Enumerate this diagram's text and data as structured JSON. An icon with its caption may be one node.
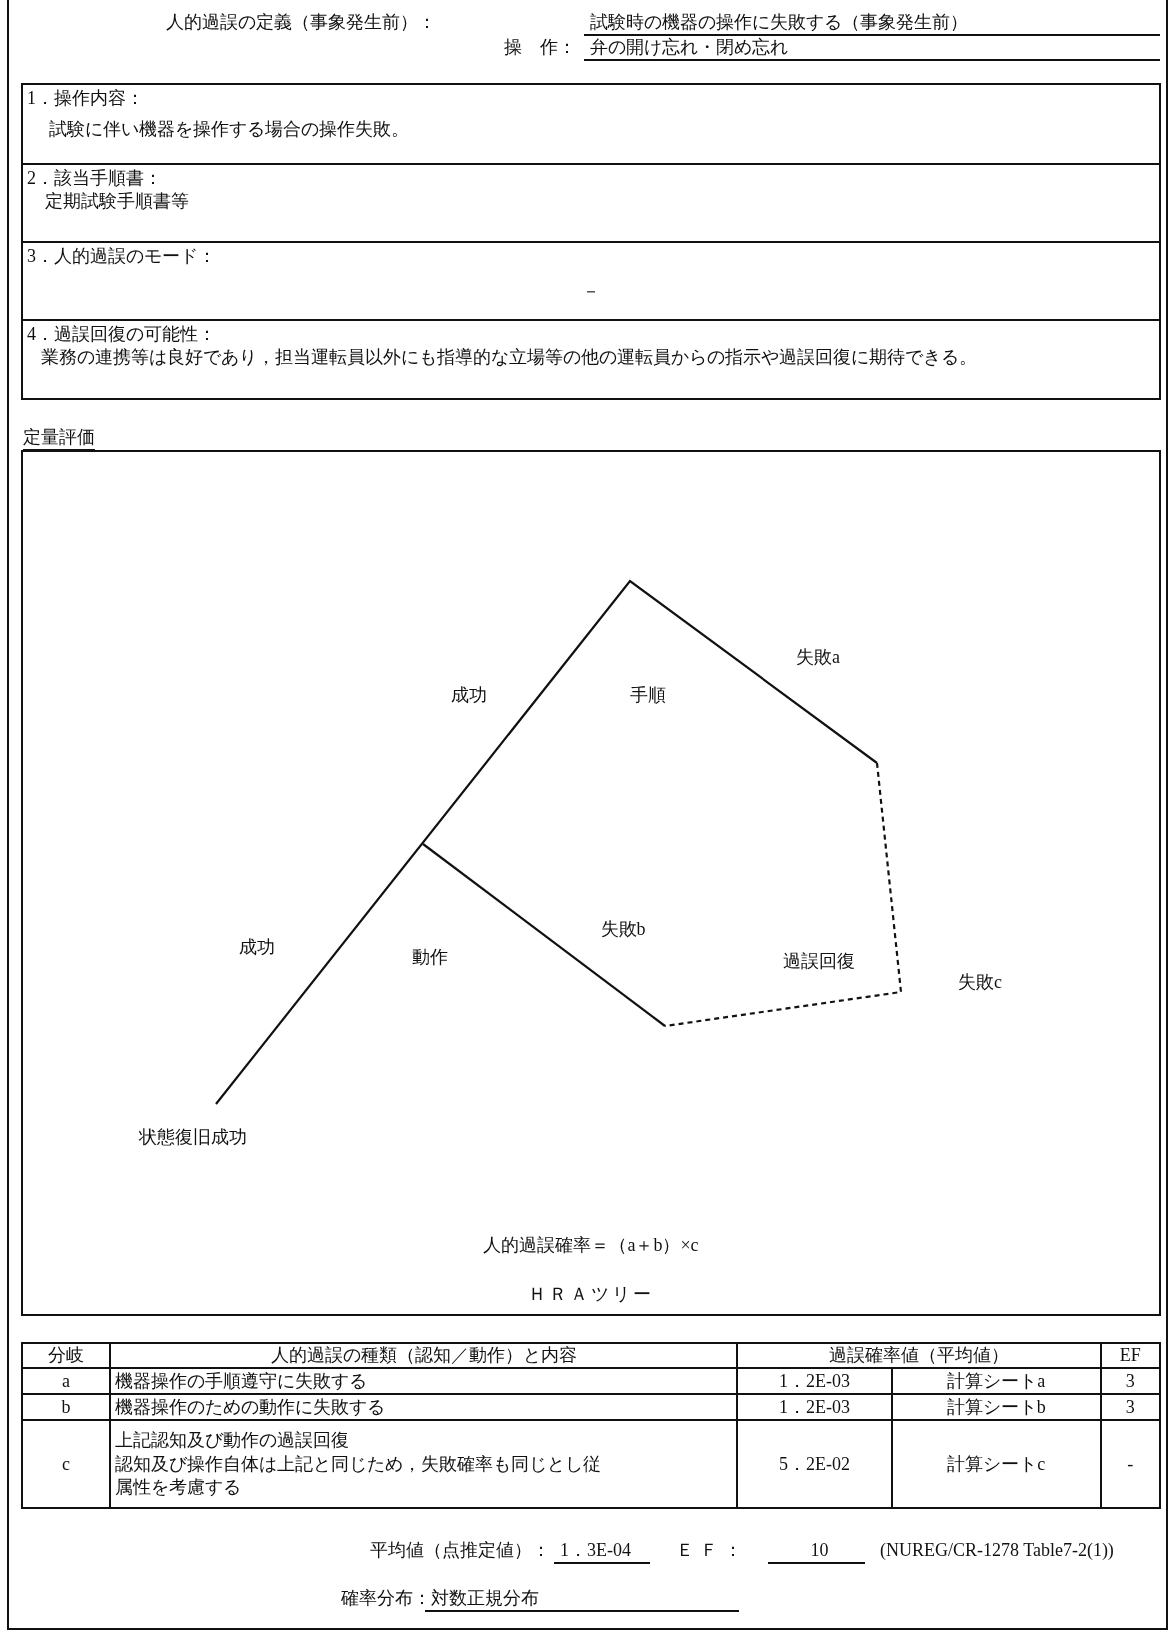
{
  "diagram": {
    "nodes": [
      {
        "text": [
          "1．操作内容：",
          "試験に伴い機器を操作する場合の操作失敗。"
        ]
      },
      {
        "text": [
          "2．該当手順書：",
          "定期試験手順書等"
        ]
      },
      {
        "text": [
          "3．人的過誤のモード：",
          "－"
        ]
      },
      {
        "text": [
          "4．過誤回復の可能性：",
          "業務の連携等は良好であり，担当運転員以外にも指導的な立場等の他の運転員からの指示や過誤回復に期待できる。"
        ]
      },
      {
        "text": [
          "定量評価",
          "人的過誤確率＝（a＋b）×c",
          "ＨＲＡツリー"
        ]
      }
    ],
    "labels": [
      "人的過誤の定義（事象発生前）：",
      "試験時の機器の操作に失敗する（事象発生前）",
      "操　作：",
      "弁の開け忘れ・閉め忘れ",
      "成功",
      "手順",
      "失敗a",
      "成功",
      "動作",
      "失敗b",
      "過誤回復",
      "失敗c",
      "状態復旧成功",
      "分岐",
      "人的過誤の種類（認知／動作）と内容",
      "過誤確率値（平均値）",
      "EF",
      "a",
      "機器操作の手順遵守に失敗する",
      "1．2E-03",
      "計算シートa",
      "3",
      "b",
      "機器操作のための動作に失敗する",
      "1．2E-03",
      "計算シートb",
      "3",
      "c",
      "上記認知及び動作の過誤回復",
      "認知及び操作自体は上記と同じため，失敗確率も同じとし従属性を考慮する",
      "5．2E-02",
      "計算シートc",
      "-",
      "平均値（点推定値）：",
      "1．3E-04",
      "ＥＦ：",
      "10",
      "(NUREG/CR-1278 Table7-2(1))",
      "確率分布：",
      "対数正規分布"
    ]
  }
}
